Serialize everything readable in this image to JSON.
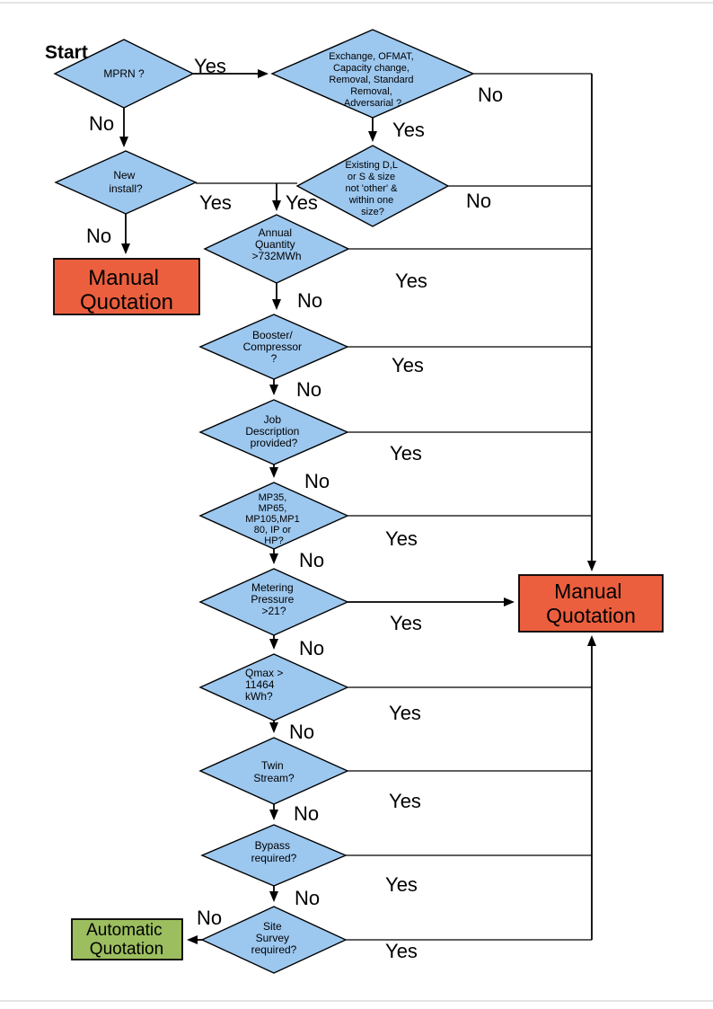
{
  "title_label": "Start",
  "colors": {
    "decision_fill": "#9CC7EF",
    "manual_fill": "#EB5F3F",
    "automatic_fill": "#9CBE5F",
    "stroke": "#000000"
  },
  "nodes": {
    "mprn": {
      "lines": [
        "MPRN ?"
      ]
    },
    "exchange": {
      "lines": [
        "Exchange, OFMAT,",
        "Capacity change,",
        "Removal, Standard",
        "Removal,",
        "Adversarial ?"
      ]
    },
    "newinstall": {
      "lines": [
        "New",
        "install?"
      ]
    },
    "existing": {
      "lines": [
        "Existing D,L",
        "or S & size",
        "not 'other' &",
        "within one",
        "size?"
      ]
    },
    "annual": {
      "lines": [
        "Annual",
        "Quantity",
        ">732MWh"
      ]
    },
    "booster": {
      "lines": [
        "Booster/",
        "Compressor",
        "?"
      ]
    },
    "job": {
      "lines": [
        "Job",
        "Description",
        "provided?"
      ]
    },
    "mp35": {
      "lines": [
        "MP35,",
        "MP65,",
        "MP105,MP1",
        "80, IP or",
        "HP?"
      ]
    },
    "metering": {
      "lines": [
        "Metering",
        "Pressure",
        ">21?"
      ]
    },
    "qmax": {
      "lines": [
        "Qmax >",
        "11464",
        "kWh?"
      ]
    },
    "twin": {
      "lines": [
        "Twin",
        "Stream?"
      ]
    },
    "bypass": {
      "lines": [
        "Bypass",
        "required?"
      ]
    },
    "sitesurvey": {
      "lines": [
        "Site",
        "Survey",
        "required?"
      ]
    },
    "manual_left": {
      "lines": [
        "Manual",
        "Quotation"
      ]
    },
    "manual_right": {
      "lines": [
        "Manual",
        "Quotation"
      ]
    },
    "automatic": {
      "lines": [
        "Automatic",
        "Quotation"
      ]
    }
  },
  "edge_labels": {
    "mprn_yes": "Yes",
    "mprn_no": "No",
    "exchange_yes": "Yes",
    "exchange_no": "No",
    "newinstall_yes": "Yes",
    "newinstall_no": "No",
    "existing_yes": "Yes",
    "existing_no": "No",
    "annual_yes": "Yes",
    "annual_no": "No",
    "booster_yes": "Yes",
    "booster_no": "No",
    "job_yes": "Yes",
    "job_no": "No",
    "mp35_yes": "Yes",
    "mp35_no": "No",
    "metering_yes": "Yes",
    "metering_no": "No",
    "qmax_yes": "Yes",
    "qmax_no": "No",
    "twin_yes": "Yes",
    "twin_no": "No",
    "bypass_yes": "Yes",
    "bypass_no": "No",
    "sitesurvey_yes": "Yes",
    "sitesurvey_no": "No"
  }
}
